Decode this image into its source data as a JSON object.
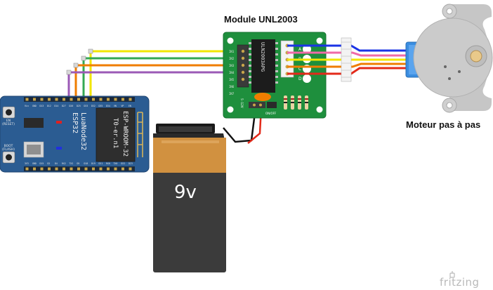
{
  "labels": {
    "module": "Module UNL2003",
    "motor": "Moteur pas à pas",
    "battery": "9v",
    "watermark": "fritzing"
  },
  "esp32": {
    "board_name": "LuaNode32",
    "board_name2": "ESP32",
    "module_name": "ESP-WROOM-32",
    "module_sub": "T0-er.n1",
    "en_button": "EN",
    "en_sub": "(RESET)",
    "boot_button": "BOOT",
    "boot_sub": "(FLASH)",
    "top_pins": [
      "Vin",
      "GND",
      "D13",
      "D12",
      "D14",
      "D27",
      "D26",
      "D25",
      "D33",
      "D32",
      "D35",
      "D34",
      "VN",
      "VP",
      "EN"
    ],
    "bottom_pins": [
      "3V3",
      "GND",
      "D15",
      "D2",
      "D4",
      "RX2",
      "TX2",
      "D5",
      "D18",
      "D19",
      "D21",
      "RX0",
      "TX0",
      "D22",
      "D23"
    ]
  },
  "uln": {
    "chip_text": "ULN2003APG",
    "inputs": [
      "IN1",
      "IN2",
      "IN3",
      "IN4",
      "IN5",
      "IN6",
      "IN7"
    ],
    "power_label": "5-12V",
    "switch_label": "ON/OFF",
    "leds": [
      "A",
      "B",
      "C",
      "D"
    ]
  },
  "wires": {
    "colors": {
      "yellow": "#f2e600",
      "green": "#34a853",
      "orange": "#ef7d00",
      "purple": "#9b59b6",
      "blue": "#1a33e6",
      "pink": "#f06aa8",
      "red": "#e32a1a",
      "black": "#111111"
    }
  }
}
